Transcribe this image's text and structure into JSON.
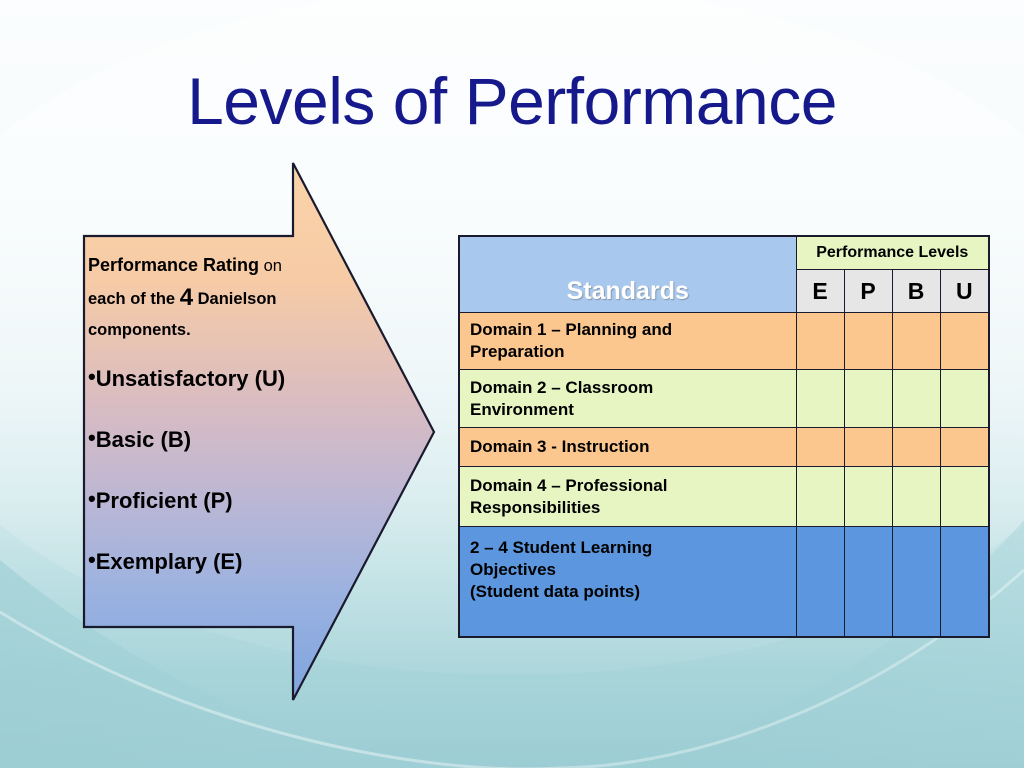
{
  "slide": {
    "title": "Levels of Performance",
    "title_color": "#16198c",
    "background_top_color": "#fbfdfe",
    "background_bottom_color": "#9ccdd4"
  },
  "arrow": {
    "shape": "right-block-arrow",
    "gradient_top_color": "#f8cfa4",
    "gradient_bottom_color": "#89aae0",
    "outline_color": "#1a1a2e",
    "intro": {
      "lead": "Performance Rating",
      "mid_before": "on each of the",
      "number": "4",
      "mid_after": "Danielson",
      "tail": "components.",
      "line1_lead": "Performance Rating",
      "line1_rest": " on",
      "line2_pre": "each of the ",
      "line2_num": "4",
      "line2_post": " Danielson",
      "line3": "components."
    },
    "bullets": [
      {
        "bullet": "•",
        "label": "Unsatisfactory (U)"
      },
      {
        "bullet": "•",
        "label": "Basic (B)"
      },
      {
        "bullet": "•",
        "label": "Proficient (P)"
      },
      {
        "bullet": "•",
        "label": "Exemplary (E)"
      }
    ]
  },
  "table": {
    "standards_header": "Standards",
    "performance_levels_header": "Performance Levels",
    "level_columns": [
      "E",
      "P",
      "B",
      "U"
    ],
    "header_colors": {
      "standards_bg": "#a8c8ee",
      "standards_text": "#ffffff",
      "performance_levels_bg": "#e7f5c3",
      "level_cell_bg": "#e6e6e6"
    },
    "row_colors": {
      "orange": "#fbc78f",
      "green": "#e7f5c3",
      "blue": "#5b96de"
    },
    "rows": [
      {
        "lines": [
          "Domain 1 – Planning and",
          "Preparation"
        ],
        "color_key": "orange",
        "values": [
          "",
          "",
          "",
          ""
        ]
      },
      {
        "lines": [
          "Domain 2 – Classroom",
          "Environment"
        ],
        "color_key": "green",
        "values": [
          "",
          "",
          "",
          ""
        ]
      },
      {
        "lines": [
          "Domain 3 - Instruction"
        ],
        "color_key": "orange",
        "values": [
          "",
          "",
          "",
          ""
        ]
      },
      {
        "lines": [
          "Domain 4 – Professional",
          "Responsibilities"
        ],
        "color_key": "green",
        "values": [
          "",
          "",
          "",
          ""
        ]
      },
      {
        "lines": [
          "2 – 4 Student Learning",
          "Objectives",
          "(Student data points)"
        ],
        "color_key": "blue",
        "values": [
          "",
          "",
          "",
          ""
        ]
      }
    ]
  }
}
